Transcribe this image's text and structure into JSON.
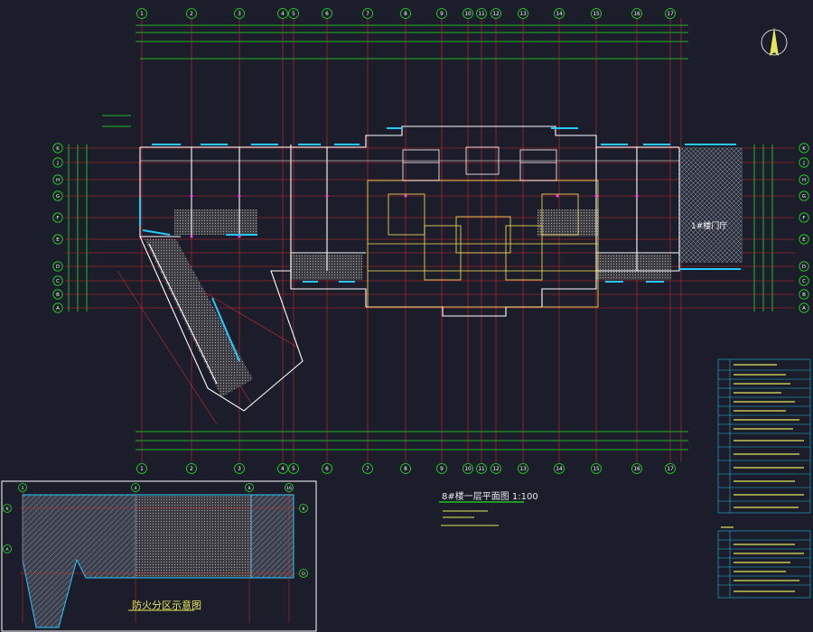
{
  "drawing": {
    "main_title": "8#楼一层平面图 1:100",
    "fire_zone_title": "防火分区示意图",
    "room_label_right": "1#楼门厅"
  },
  "grid_axes": {
    "top": [
      "1",
      "2",
      "3",
      "4",
      "5",
      "6",
      "7",
      "8",
      "9",
      "10",
      "11",
      "12",
      "13",
      "14",
      "15",
      "16",
      "17"
    ],
    "left": [
      "K",
      "J",
      "H",
      "G",
      "F",
      "E",
      "D",
      "C",
      "B",
      "A"
    ],
    "right": [
      "K",
      "J",
      "H",
      "G",
      "F",
      "E",
      "D",
      "C",
      "B",
      "A"
    ],
    "inset_top": [
      "1",
      "4",
      "8",
      "16"
    ],
    "inset_left": [
      "K",
      "A"
    ],
    "inset_right": [
      "K",
      "D"
    ]
  },
  "colors": {
    "background": "#1b1d2b",
    "grid_line": "#d42a2a",
    "wall": "#ffffff",
    "dimension": "#1ee61e",
    "window": "#25c8ff",
    "accent_yellow": "#e6e65a",
    "panel_border": "#1fb7e0",
    "hatch": "#9aa0a8",
    "magenta": "#ff3cff"
  },
  "icons": {
    "north_arrow": "north-arrow-icon"
  }
}
